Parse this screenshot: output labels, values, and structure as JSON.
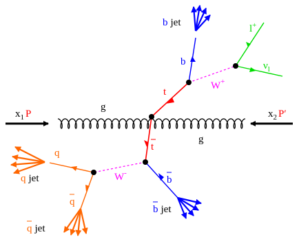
{
  "colors": {
    "gluon": "#000000",
    "top": "#ff0000",
    "bottom": "#0000ff",
    "w_boson": "#ff00ff",
    "lepton": "#00dd00",
    "quark": "#ff6600",
    "proton": "#000000"
  },
  "labels": {
    "proton_left_x": "x",
    "proton_left_sub": "1",
    "proton_left_p": "P",
    "proton_right_x": "x",
    "proton_right_sub": "2",
    "proton_right_p": "P′",
    "gluon_left": "g",
    "gluon_right": "g",
    "top": "t",
    "antitop": "t",
    "w_plus": "W",
    "w_plus_sup": "+",
    "w_minus": "W",
    "w_minus_sup": "-",
    "b": "b",
    "bbar": "b",
    "b_jet_b": "b",
    "b_jet_word": "jet",
    "bbar_jet_b": "b",
    "bbar_jet_word": "jet",
    "lepton": "l",
    "lepton_sup": "+",
    "neutrino": "ν",
    "neutrino_sub": "l",
    "quark": "q",
    "antiquark": "q",
    "q_jet_q": "q",
    "q_jet_word": "jet",
    "qbar_jet_q": "q",
    "qbar_jet_word": "jet"
  }
}
